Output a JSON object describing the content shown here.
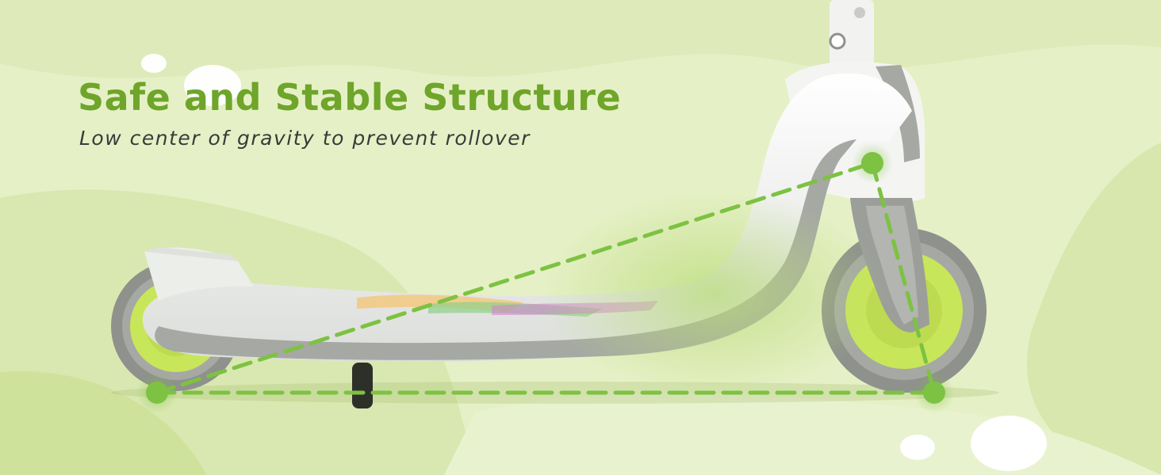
{
  "banner": {
    "headline": "Safe and Stable Structure",
    "subline": "Low center of gravity to prevent rollover"
  },
  "colors": {
    "background": "#e6f0c6",
    "accent_green": "#7dc242",
    "headline_green": "#6ea52a",
    "subline_text": "#3a3a3a",
    "scooter_white": "#f4f5f2",
    "scooter_gray": "#a6a8a4",
    "wheel_lime": "#c8e65a"
  },
  "illustration": {
    "subject": "kids-kick-scooter",
    "overlay": "center-of-gravity-triangle"
  }
}
